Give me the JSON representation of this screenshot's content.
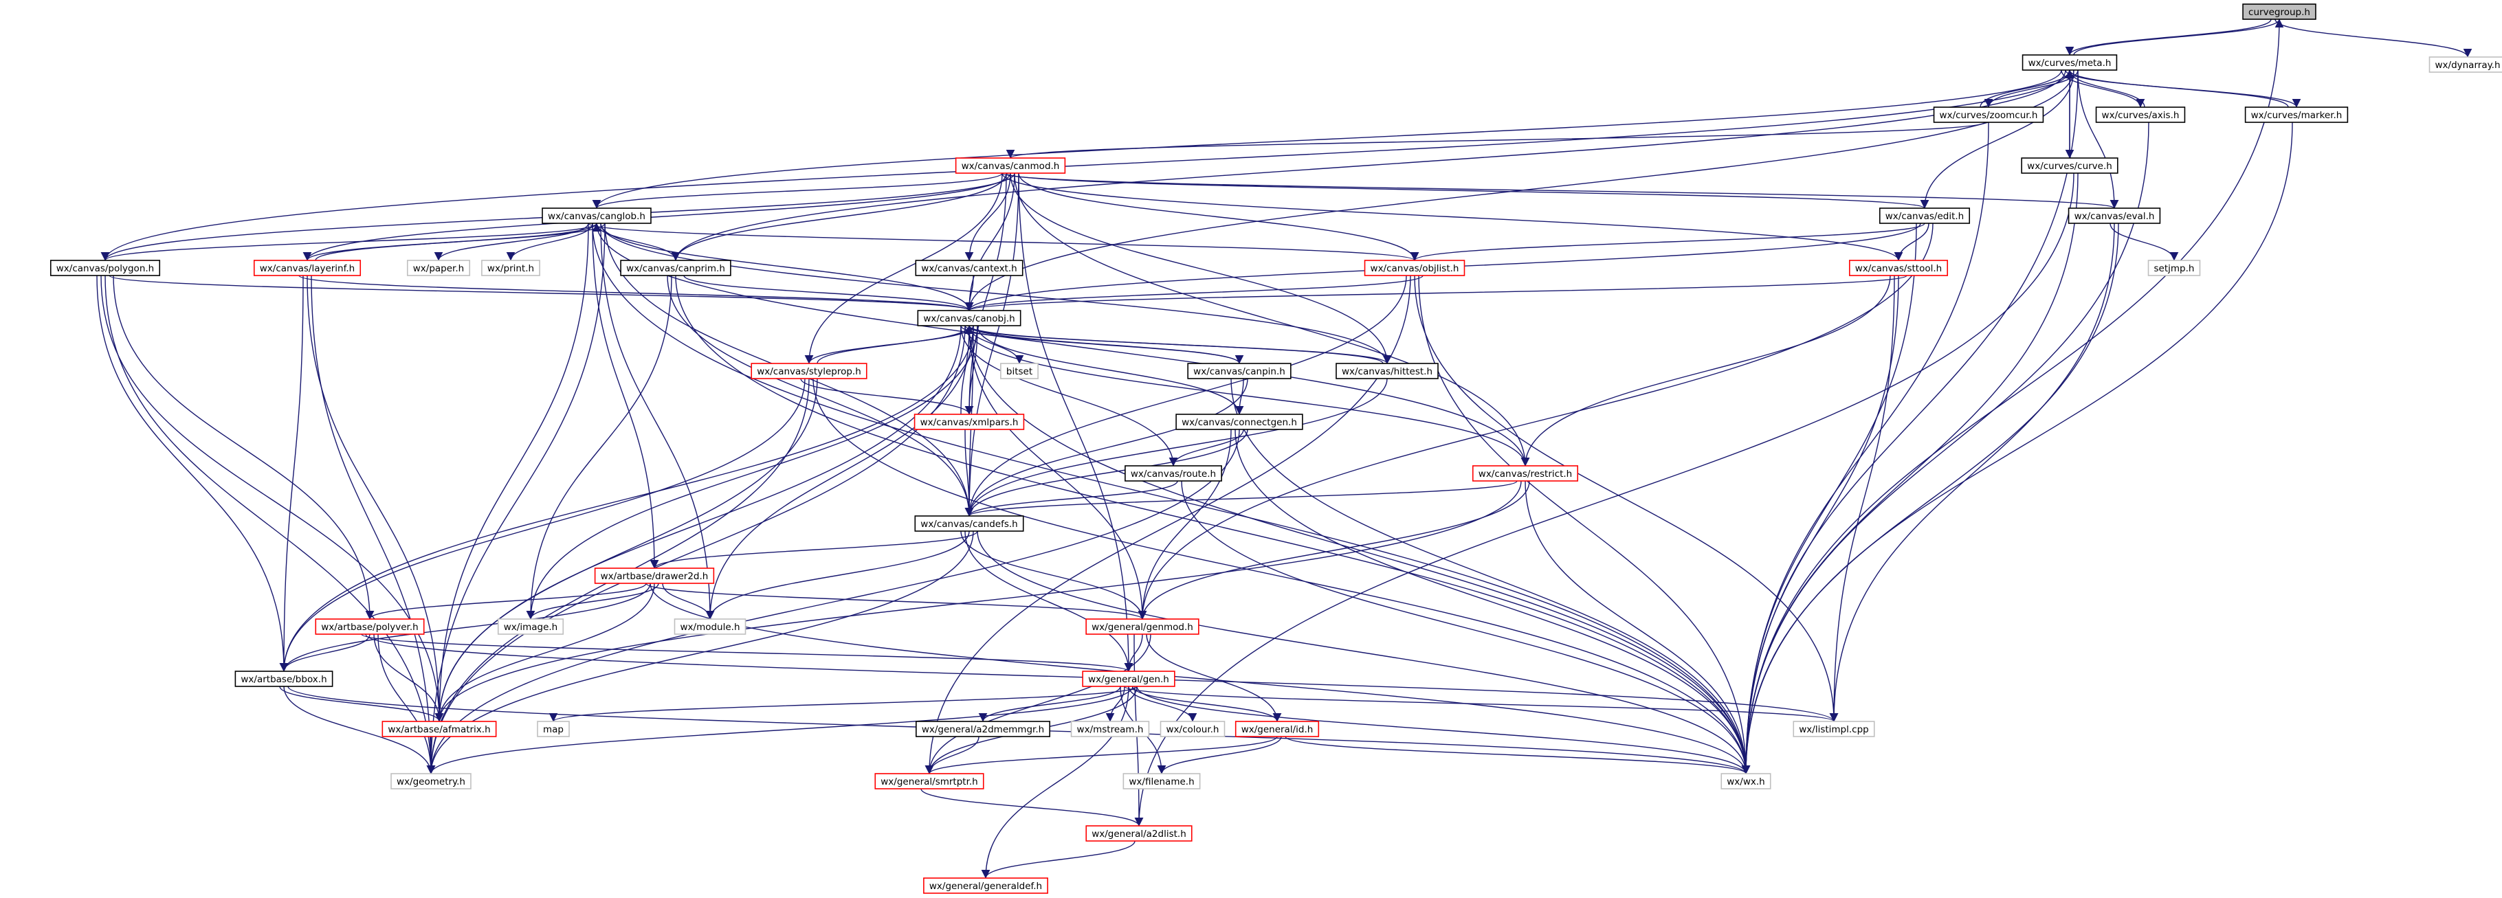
{
  "colors": {
    "edge": "#191970",
    "normal_border": "#000000",
    "truncated_border": "#ff0000",
    "external_border": "#bfbfbf",
    "root_fill": "#bfbfbf",
    "node_fill": "#ffffff"
  },
  "nodes": [
    {
      "id": "curvegroup",
      "label": "curvegroup.h",
      "kind": "root"
    },
    {
      "id": "meta",
      "label": "wx/curves/meta.h",
      "kind": "normal"
    },
    {
      "id": "dynarray",
      "label": "wx/dynarray.h",
      "kind": "external"
    },
    {
      "id": "zoomcur",
      "label": "wx/curves/zoomcur.h",
      "kind": "normal"
    },
    {
      "id": "axis",
      "label": "wx/curves/axis.h",
      "kind": "normal"
    },
    {
      "id": "marker",
      "label": "wx/curves/marker.h",
      "kind": "normal"
    },
    {
      "id": "curve",
      "label": "wx/curves/curve.h",
      "kind": "normal"
    },
    {
      "id": "canmod",
      "label": "wx/canvas/canmod.h",
      "kind": "truncated"
    },
    {
      "id": "edit",
      "label": "wx/canvas/edit.h",
      "kind": "normal"
    },
    {
      "id": "eval",
      "label": "wx/canvas/eval.h",
      "kind": "normal"
    },
    {
      "id": "canglob",
      "label": "wx/canvas/canglob.h",
      "kind": "normal"
    },
    {
      "id": "layerinf",
      "label": "wx/canvas/layerinf.h",
      "kind": "truncated"
    },
    {
      "id": "paper",
      "label": "wx/paper.h",
      "kind": "external"
    },
    {
      "id": "print",
      "label": "wx/print.h",
      "kind": "external"
    },
    {
      "id": "canprim",
      "label": "wx/canvas/canprim.h",
      "kind": "normal"
    },
    {
      "id": "cantext",
      "label": "wx/canvas/cantext.h",
      "kind": "normal"
    },
    {
      "id": "objlist",
      "label": "wx/canvas/objlist.h",
      "kind": "truncated"
    },
    {
      "id": "sttool",
      "label": "wx/canvas/sttool.h",
      "kind": "truncated"
    },
    {
      "id": "setjmp",
      "label": "setjmp.h",
      "kind": "external"
    },
    {
      "id": "polygon",
      "label": "wx/canvas/polygon.h",
      "kind": "normal"
    },
    {
      "id": "canobj",
      "label": "wx/canvas/canobj.h",
      "kind": "normal"
    },
    {
      "id": "styleprop",
      "label": "wx/canvas/styleprop.h",
      "kind": "truncated"
    },
    {
      "id": "bitset",
      "label": "bitset",
      "kind": "external"
    },
    {
      "id": "canpin",
      "label": "wx/canvas/canpin.h",
      "kind": "normal"
    },
    {
      "id": "hittest",
      "label": "wx/canvas/hittest.h",
      "kind": "normal"
    },
    {
      "id": "xmlpars",
      "label": "wx/canvas/xmlpars.h",
      "kind": "truncated"
    },
    {
      "id": "connectgen",
      "label": "wx/canvas/connectgen.h",
      "kind": "normal"
    },
    {
      "id": "route",
      "label": "wx/canvas/route.h",
      "kind": "normal"
    },
    {
      "id": "restrict",
      "label": "wx/canvas/restrict.h",
      "kind": "truncated"
    },
    {
      "id": "candefs",
      "label": "wx/canvas/candefs.h",
      "kind": "normal"
    },
    {
      "id": "drawer2d",
      "label": "wx/artbase/drawer2d.h",
      "kind": "truncated"
    },
    {
      "id": "image",
      "label": "wx/image.h",
      "kind": "external"
    },
    {
      "id": "module",
      "label": "wx/module.h",
      "kind": "external"
    },
    {
      "id": "polyver",
      "label": "wx/artbase/polyver.h",
      "kind": "truncated"
    },
    {
      "id": "genmod",
      "label": "wx/general/genmod.h",
      "kind": "truncated"
    },
    {
      "id": "bbox",
      "label": "wx/artbase/bbox.h",
      "kind": "normal"
    },
    {
      "id": "gen",
      "label": "wx/general/gen.h",
      "kind": "truncated"
    },
    {
      "id": "listimpl",
      "label": "wx/listimpl.cpp",
      "kind": "external"
    },
    {
      "id": "afmatrix",
      "label": "wx/artbase/afmatrix.h",
      "kind": "truncated"
    },
    {
      "id": "map",
      "label": "map",
      "kind": "external"
    },
    {
      "id": "a2dmemmgr",
      "label": "wx/general/a2dmemmgr.h",
      "kind": "normal"
    },
    {
      "id": "mstream",
      "label": "wx/mstream.h",
      "kind": "external"
    },
    {
      "id": "colour",
      "label": "wx/colour.h",
      "kind": "external"
    },
    {
      "id": "id",
      "label": "wx/general/id.h",
      "kind": "truncated"
    },
    {
      "id": "geometry",
      "label": "wx/geometry.h",
      "kind": "external"
    },
    {
      "id": "smrtptr",
      "label": "wx/general/smrtptr.h",
      "kind": "truncated"
    },
    {
      "id": "filename",
      "label": "wx/filename.h",
      "kind": "external"
    },
    {
      "id": "wx",
      "label": "wx/wx.h",
      "kind": "external"
    },
    {
      "id": "a2dlist",
      "label": "wx/general/a2dlist.h",
      "kind": "truncated"
    },
    {
      "id": "generaldef",
      "label": "wx/general/generaldef.h",
      "kind": "truncated"
    }
  ],
  "edges": [
    [
      "curvegroup",
      "meta"
    ],
    [
      "curvegroup",
      "dynarray"
    ],
    [
      "curvegroup",
      "wx"
    ],
    [
      "meta",
      "curvegroup"
    ],
    [
      "meta",
      "zoomcur"
    ],
    [
      "meta",
      "axis"
    ],
    [
      "meta",
      "marker"
    ],
    [
      "meta",
      "curve"
    ],
    [
      "meta",
      "edit"
    ],
    [
      "meta",
      "eval"
    ],
    [
      "meta",
      "canglob"
    ],
    [
      "meta",
      "canprim"
    ],
    [
      "meta",
      "polygon"
    ],
    [
      "meta",
      "canobj"
    ],
    [
      "meta",
      "wx"
    ],
    [
      "zoomcur",
      "meta"
    ],
    [
      "zoomcur",
      "canmod"
    ],
    [
      "zoomcur",
      "wx"
    ],
    [
      "axis",
      "meta"
    ],
    [
      "axis",
      "wx"
    ],
    [
      "marker",
      "meta"
    ],
    [
      "marker",
      "wx"
    ],
    [
      "curve",
      "meta"
    ],
    [
      "curve",
      "a2dlist"
    ],
    [
      "curve",
      "wx"
    ],
    [
      "canmod",
      "canglob"
    ],
    [
      "canmod",
      "canprim"
    ],
    [
      "canmod",
      "cantext"
    ],
    [
      "canmod",
      "canobj"
    ],
    [
      "canmod",
      "objlist"
    ],
    [
      "canmod",
      "sttool"
    ],
    [
      "canmod",
      "edit"
    ],
    [
      "canmod",
      "layerinf"
    ],
    [
      "canmod",
      "polygon"
    ],
    [
      "canmod",
      "candefs"
    ],
    [
      "canmod",
      "styleprop"
    ],
    [
      "canmod",
      "xmlpars"
    ],
    [
      "canmod",
      "hittest"
    ],
    [
      "canmod",
      "restrict"
    ],
    [
      "canmod",
      "gen"
    ],
    [
      "canmod",
      "eval"
    ],
    [
      "edit",
      "canobj"
    ],
    [
      "edit",
      "objlist"
    ],
    [
      "edit",
      "sttool"
    ],
    [
      "edit",
      "genmod"
    ],
    [
      "edit",
      "wx"
    ],
    [
      "eval",
      "setjmp"
    ],
    [
      "eval",
      "listimpl"
    ],
    [
      "eval",
      "wx"
    ],
    [
      "canglob",
      "layerinf"
    ],
    [
      "canglob",
      "paper"
    ],
    [
      "canglob",
      "print"
    ],
    [
      "canglob",
      "canprim"
    ],
    [
      "canglob",
      "canobj"
    ],
    [
      "canglob",
      "candefs"
    ],
    [
      "canglob",
      "objlist"
    ],
    [
      "canglob",
      "drawer2d"
    ],
    [
      "canglob",
      "polygon"
    ],
    [
      "canglob",
      "module"
    ],
    [
      "canglob",
      "geometry"
    ],
    [
      "canglob",
      "afmatrix"
    ],
    [
      "canglob",
      "wx"
    ],
    [
      "canglob",
      "restrict"
    ],
    [
      "canglob",
      "hittest"
    ],
    [
      "layerinf",
      "canglob"
    ],
    [
      "layerinf",
      "canobj"
    ],
    [
      "layerinf",
      "bbox"
    ],
    [
      "layerinf",
      "afmatrix"
    ],
    [
      "layerinf",
      "geometry"
    ],
    [
      "canprim",
      "canobj"
    ],
    [
      "canprim",
      "candefs"
    ],
    [
      "canprim",
      "image"
    ],
    [
      "canprim",
      "wx"
    ],
    [
      "cantext",
      "canobj"
    ],
    [
      "objlist",
      "canobj"
    ],
    [
      "objlist",
      "candefs"
    ],
    [
      "objlist",
      "smrtptr"
    ],
    [
      "objlist",
      "listimpl"
    ],
    [
      "objlist",
      "wx"
    ],
    [
      "sttool",
      "canobj"
    ],
    [
      "sttool",
      "restrict"
    ],
    [
      "sttool",
      "listimpl"
    ],
    [
      "sttool",
      "wx"
    ],
    [
      "polygon",
      "canobj"
    ],
    [
      "polygon",
      "polyver"
    ],
    [
      "polygon",
      "bbox"
    ],
    [
      "polygon",
      "afmatrix"
    ],
    [
      "polygon",
      "geometry"
    ],
    [
      "canobj",
      "styleprop"
    ],
    [
      "canobj",
      "xmlpars"
    ],
    [
      "canobj",
      "canpin"
    ],
    [
      "canobj",
      "hittest"
    ],
    [
      "canobj",
      "bitset"
    ],
    [
      "canobj",
      "candefs"
    ],
    [
      "canobj",
      "connectgen"
    ],
    [
      "canobj",
      "route"
    ],
    [
      "canobj",
      "restrict"
    ],
    [
      "canobj",
      "genmod"
    ],
    [
      "canobj",
      "bbox"
    ],
    [
      "canobj",
      "image"
    ],
    [
      "canobj",
      "afmatrix"
    ],
    [
      "canobj",
      "geometry"
    ],
    [
      "canobj",
      "wx"
    ],
    [
      "canobj",
      "module"
    ],
    [
      "styleprop",
      "canobj"
    ],
    [
      "styleprop",
      "xmlpars"
    ],
    [
      "styleprop",
      "bbox"
    ],
    [
      "styleprop",
      "geometry"
    ],
    [
      "styleprop",
      "wx"
    ],
    [
      "styleprop",
      "afmatrix"
    ],
    [
      "xmlpars",
      "canobj"
    ],
    [
      "xmlpars",
      "candefs"
    ],
    [
      "canpin",
      "canobj"
    ],
    [
      "canpin",
      "connectgen"
    ],
    [
      "canpin",
      "candefs"
    ],
    [
      "canpin",
      "wx"
    ],
    [
      "hittest",
      "canobj"
    ],
    [
      "hittest",
      "candefs"
    ],
    [
      "connectgen",
      "route"
    ],
    [
      "connectgen",
      "candefs"
    ],
    [
      "connectgen",
      "genmod"
    ],
    [
      "connectgen",
      "wx"
    ],
    [
      "connectgen",
      "geometry"
    ],
    [
      "route",
      "candefs"
    ],
    [
      "route",
      "wx"
    ],
    [
      "restrict",
      "candefs"
    ],
    [
      "restrict",
      "afmatrix"
    ],
    [
      "restrict",
      "wx"
    ],
    [
      "restrict",
      "genmod"
    ],
    [
      "candefs",
      "drawer2d"
    ],
    [
      "candefs",
      "genmod"
    ],
    [
      "candefs",
      "gen"
    ],
    [
      "candefs",
      "module"
    ],
    [
      "candefs",
      "geometry"
    ],
    [
      "candefs",
      "wx"
    ],
    [
      "drawer2d",
      "polyver"
    ],
    [
      "drawer2d",
      "bbox"
    ],
    [
      "drawer2d",
      "afmatrix"
    ],
    [
      "drawer2d",
      "image"
    ],
    [
      "drawer2d",
      "module"
    ],
    [
      "drawer2d",
      "genmod"
    ],
    [
      "drawer2d",
      "wx"
    ],
    [
      "polyver",
      "bbox"
    ],
    [
      "polyver",
      "afmatrix"
    ],
    [
      "polyver",
      "geometry"
    ],
    [
      "polyver",
      "gen"
    ],
    [
      "polyver",
      "listimpl"
    ],
    [
      "genmod",
      "gen"
    ],
    [
      "genmod",
      "id"
    ],
    [
      "genmod",
      "smrtptr"
    ],
    [
      "genmod",
      "a2dlist"
    ],
    [
      "bbox",
      "afmatrix"
    ],
    [
      "bbox",
      "geometry"
    ],
    [
      "bbox",
      "wx"
    ],
    [
      "gen",
      "map"
    ],
    [
      "gen",
      "a2dmemmgr"
    ],
    [
      "gen",
      "mstream"
    ],
    [
      "gen",
      "colour"
    ],
    [
      "gen",
      "id"
    ],
    [
      "gen",
      "smrtptr"
    ],
    [
      "gen",
      "filename"
    ],
    [
      "gen",
      "listimpl"
    ],
    [
      "gen",
      "generaldef"
    ],
    [
      "gen",
      "geometry"
    ],
    [
      "gen",
      "wx"
    ],
    [
      "afmatrix",
      "geometry"
    ],
    [
      "a2dmemmgr",
      "smrtptr"
    ],
    [
      "id",
      "smrtptr"
    ],
    [
      "id",
      "filename"
    ],
    [
      "id",
      "wx"
    ],
    [
      "smrtptr",
      "a2dlist"
    ],
    [
      "a2dlist",
      "generaldef"
    ]
  ]
}
